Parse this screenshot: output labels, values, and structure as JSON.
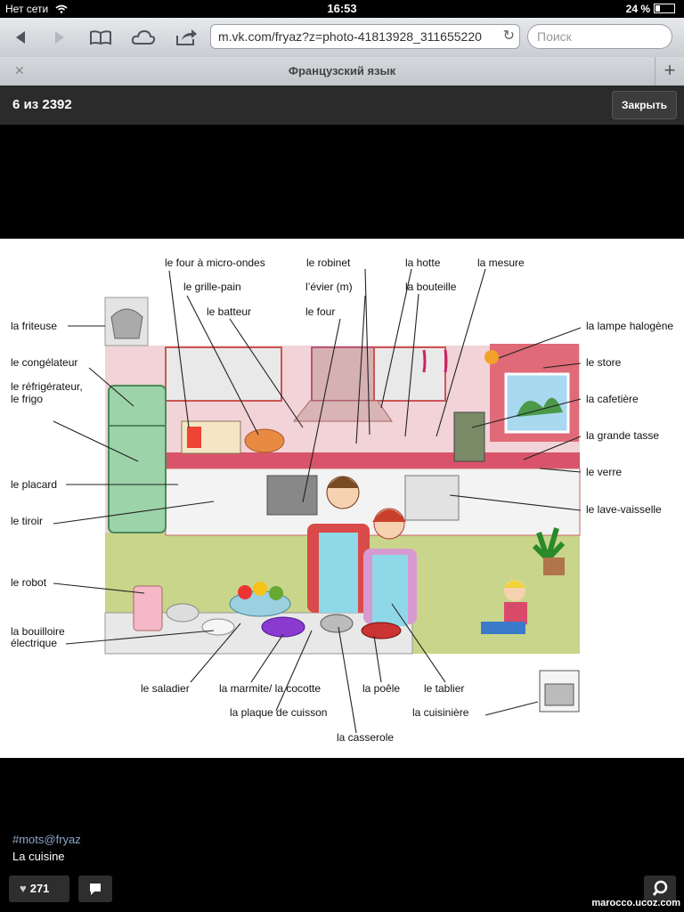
{
  "status": {
    "carrier": "Нет сети",
    "time": "16:53",
    "battery": "24 %"
  },
  "browser": {
    "url": "m.vk.com/fryaz?z=photo-41813928_311655220",
    "search_placeholder": "Поиск",
    "tab_title": "Французский язык"
  },
  "viewer": {
    "counter": "6 из 2392",
    "close_label": "Закрыть"
  },
  "photo": {
    "labels": [
      "le four à micro-ondes",
      "le robinet",
      "la hotte",
      "la mesure",
      "le grille-pain",
      "l’évier (m)",
      "la bouteille",
      "le batteur",
      "le four",
      "la friteuse",
      "la lampe halogène",
      "le congélateur",
      "le store",
      "le réfrigérateur,",
      "le frigo",
      "la cafetière",
      "la grande tasse",
      "le placard",
      "le verre",
      "le tiroir",
      "le lave-vaisselle",
      "le robot",
      "la bouilloire",
      "électrique",
      "le saladier",
      "la marmite/ la cocotte",
      "la poêle",
      "le tablier",
      "la plaque de cuisson",
      "la cuisinière",
      "la casserole"
    ]
  },
  "caption": {
    "hashtag": "#mots@fryaz",
    "text": "La cuisine"
  },
  "actions": {
    "likes": "271"
  },
  "watermark": "marocco.ucoz.com"
}
